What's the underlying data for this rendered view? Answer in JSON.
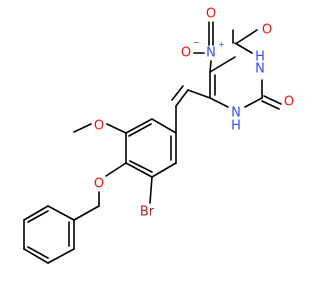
{
  "colors": {
    "bond": "#000000",
    "oxygen": "#ff0d0d",
    "nitrogen": "#3050f8",
    "bromine": "#a62929"
  },
  "atoms": {
    "nitro_n": {
      "text": "N",
      "charge": "+",
      "element": "nitrogen"
    },
    "nitro_o_minus": {
      "text": "O",
      "charge": "−",
      "element": "oxygen"
    },
    "nitro_o_double": {
      "text": "O",
      "charge": "",
      "element": "oxygen"
    },
    "carbonyl_o_top": {
      "text": "O",
      "charge": "",
      "element": "oxygen"
    },
    "carbonyl_o_right": {
      "text": "O",
      "charge": "",
      "element": "oxygen"
    },
    "ring_nh_top": {
      "text": "H",
      "sub": "N",
      "element": "nitrogen"
    },
    "ring_nh_bottom": {
      "text": "H",
      "sub": "N",
      "element": "nitrogen"
    },
    "methoxy_o": {
      "text": "O",
      "charge": "",
      "element": "oxygen"
    },
    "ether_o": {
      "text": "O",
      "charge": "",
      "element": "oxygen"
    },
    "bromine": {
      "text": "Br",
      "charge": "",
      "element": "bromine"
    }
  }
}
